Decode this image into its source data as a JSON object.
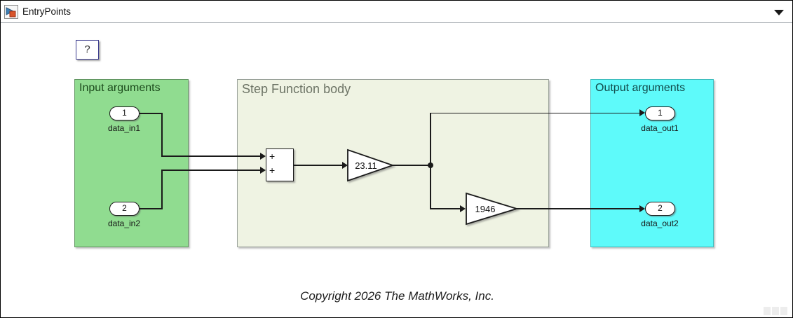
{
  "colors": {
    "input_region_fill": "#90DC90",
    "input_region_title": "#1C4B1C",
    "body_region_fill": "#EFF3E3",
    "body_region_title": "#6D7466",
    "output_region_fill": "#5EFAFA",
    "output_region_title": "#114A4A",
    "wire": "#1A1A1A",
    "model_icon_arrow": "#3C7FB5",
    "model_icon_square": "#D9542B"
  },
  "header": {
    "title": "EntryPoints",
    "icons": {
      "model_badge": "simulink-subsystem-icon",
      "dropdown": "chevron-down-icon"
    }
  },
  "canvas": {
    "help_block_label": "?",
    "regions": {
      "input": {
        "title": "Input arguments"
      },
      "body": {
        "title": "Step Function body"
      },
      "output": {
        "title": "Output arguments"
      }
    },
    "ports": {
      "in1": {
        "number": "1",
        "label": "data_in1"
      },
      "in2": {
        "number": "2",
        "label": "data_in2"
      },
      "out1": {
        "number": "1",
        "label": "data_out1"
      },
      "out2": {
        "number": "2",
        "label": "data_out2"
      }
    },
    "blocks": {
      "sum": {
        "sign_top": "+",
        "sign_bottom": "+"
      },
      "gain1": {
        "value": "23.11"
      },
      "gain2": {
        "value": "1946"
      }
    },
    "annotation": "Copyright 2026 The MathWorks, Inc."
  }
}
